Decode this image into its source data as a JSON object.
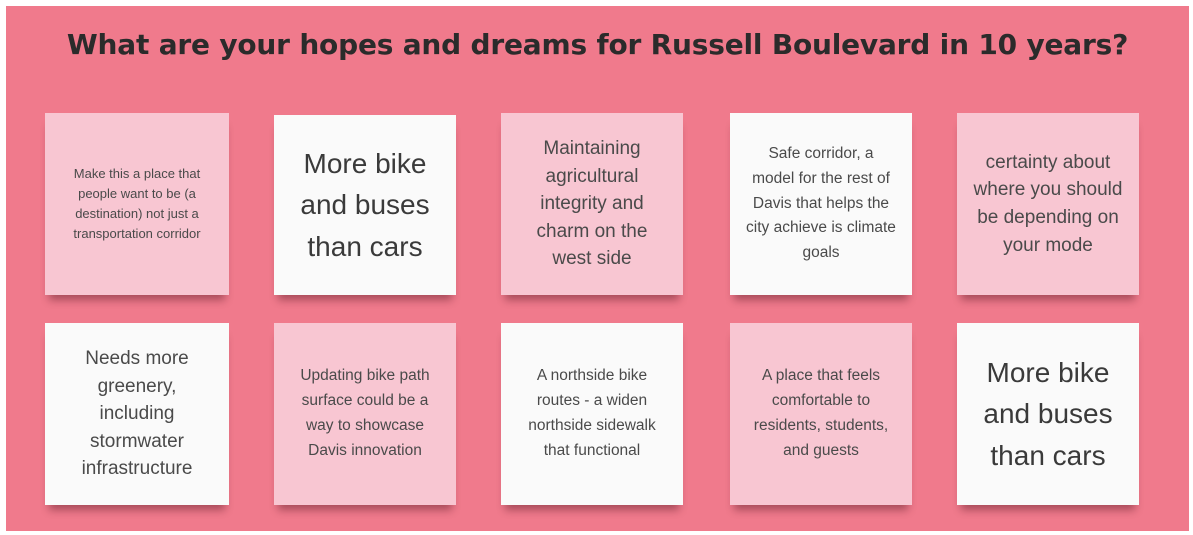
{
  "board": {
    "title": "What are your hopes and dreams for Russell Boulevard in 10 years?",
    "background_color": "#f07a8c"
  },
  "notes": [
    {
      "text": "Make this a place that people want to be (a destination) not just a transportation corridor",
      "color": "pink"
    },
    {
      "text": "More bike and buses than cars",
      "color": "white"
    },
    {
      "text": "Maintaining agricultural integrity and charm on the west side",
      "color": "pink"
    },
    {
      "text": "Safe corridor, a model for the rest of Davis that helps the city achieve is climate goals",
      "color": "white"
    },
    {
      "text": "certainty about where you should be depending on your mode",
      "color": "pink"
    },
    {
      "text": "Needs more greenery, including stormwater infrastructure",
      "color": "white"
    },
    {
      "text": "Updating bike path surface could be a way to showcase Davis innovation",
      "color": "pink"
    },
    {
      "text": "A northside bike routes - a widen northside sidewalk that functional",
      "color": "white"
    },
    {
      "text": "A place that feels comfortable to residents, students, and guests",
      "color": "pink"
    },
    {
      "text": "More bike and buses than cars",
      "color": "white"
    }
  ]
}
